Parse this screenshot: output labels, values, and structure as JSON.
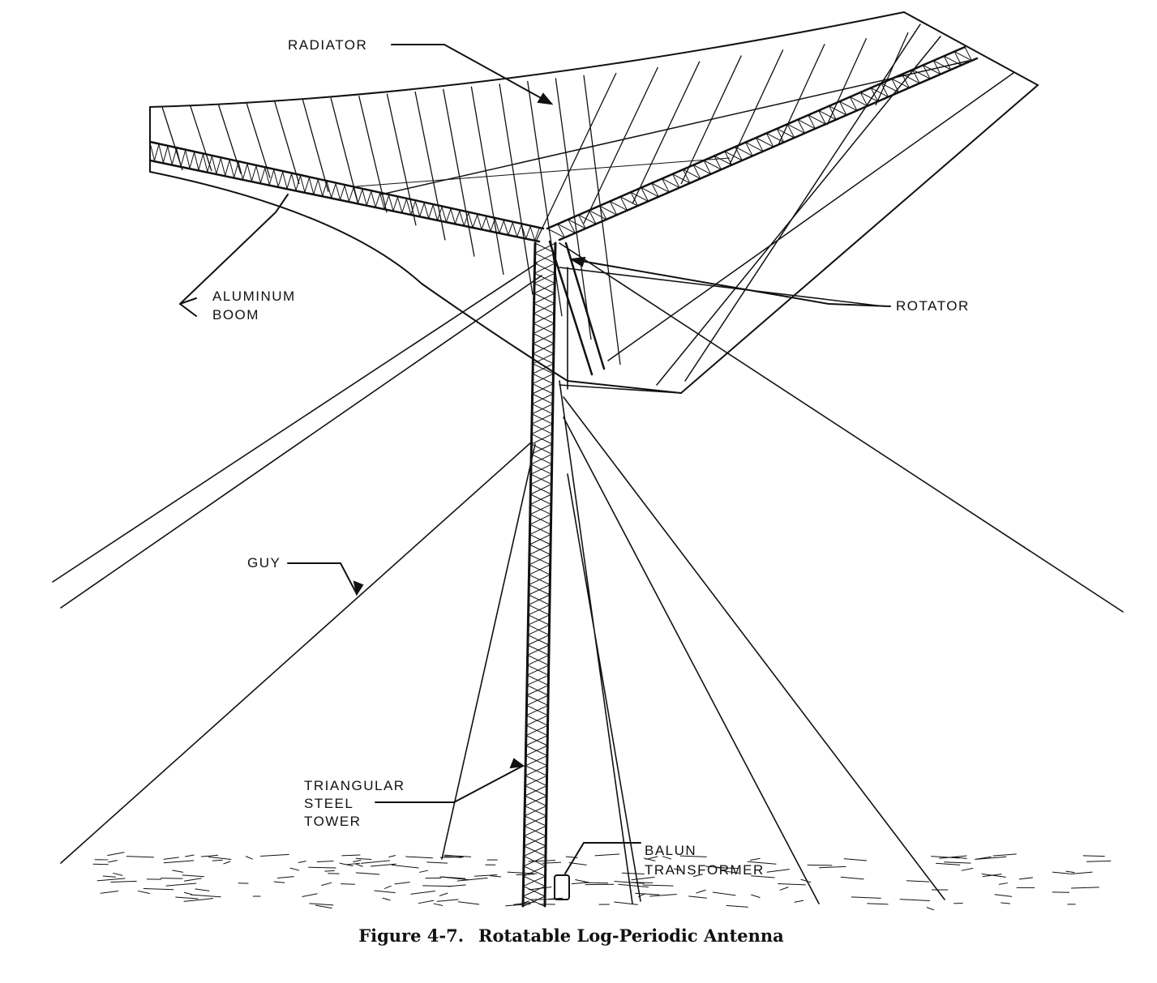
{
  "labels": {
    "radiator": "RADIATOR",
    "aluminum_boom": [
      "ALUMINUM",
      "BOOM"
    ],
    "rotator": "ROTATOR",
    "guy": "GUY",
    "tower": [
      "TRIANGULAR",
      "STEEL",
      "TOWER"
    ],
    "balun": [
      "BALUN",
      "TRANSFORMER"
    ]
  },
  "caption": {
    "number": "Figure 4-7.",
    "title": "Rotatable Log-Periodic Antenna"
  }
}
